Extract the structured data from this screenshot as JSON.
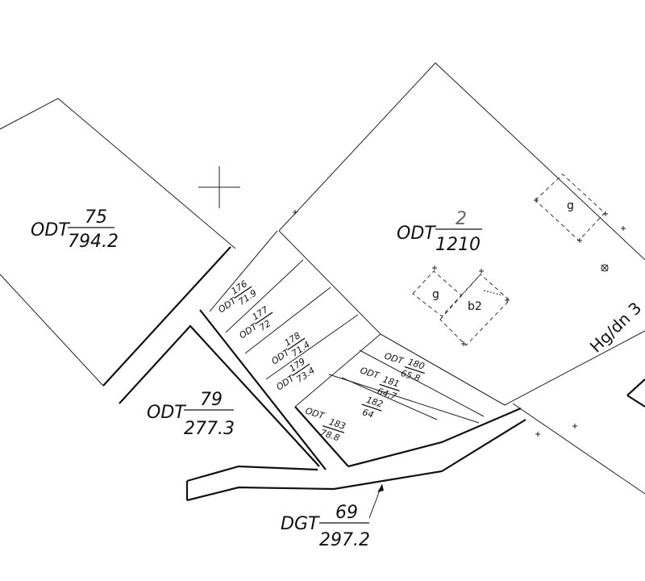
{
  "parcels": {
    "p75": {
      "type": "ODT",
      "number": "75",
      "area": "794.2"
    },
    "p2": {
      "type": "ODT",
      "number": "2",
      "area": "1210"
    },
    "p79": {
      "type": "ODT",
      "number": "79",
      "area": "277.3"
    },
    "p69": {
      "type": "DGT",
      "number": "69",
      "area": "297.2"
    },
    "p176": {
      "type": "ODT",
      "number": "176",
      "area": "71.9"
    },
    "p177": {
      "type": "ODT",
      "number": "177",
      "area": "72"
    },
    "p178": {
      "type": "ODT",
      "number": "178",
      "area": "71.4"
    },
    "p179": {
      "type": "ODT",
      "number": "179",
      "area": "73.4"
    },
    "p180": {
      "type": "ODT",
      "number": "180",
      "area": "65.8"
    },
    "p181": {
      "type": "ODT",
      "number": "181",
      "area": "64.7"
    },
    "p182": {
      "number": "182",
      "area": "64"
    },
    "p183": {
      "type": "ODT",
      "number": "183",
      "area": "78.8"
    }
  },
  "buildings": {
    "g_top": "g",
    "g_mid": "g",
    "b2": "b2"
  },
  "road_label": "Hg/dn 3"
}
